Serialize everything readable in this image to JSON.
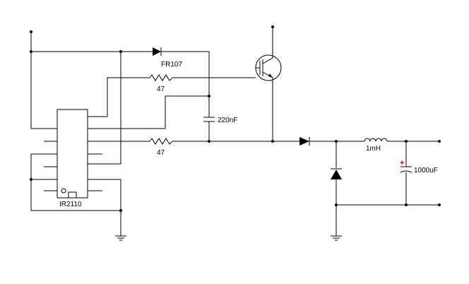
{
  "labels": {
    "diode_fr107": "FR107",
    "resistor_top": "47",
    "resistor_bottom": "47",
    "capacitor_bootstrap": "220nF",
    "inductor": "1mH",
    "capacitor_output": "1000uF",
    "ic": "IR2110",
    "cap_polarity": "+"
  },
  "colors": {
    "wire": "#000000",
    "polarity_mark": "#c00000",
    "background": "#ffffff"
  }
}
